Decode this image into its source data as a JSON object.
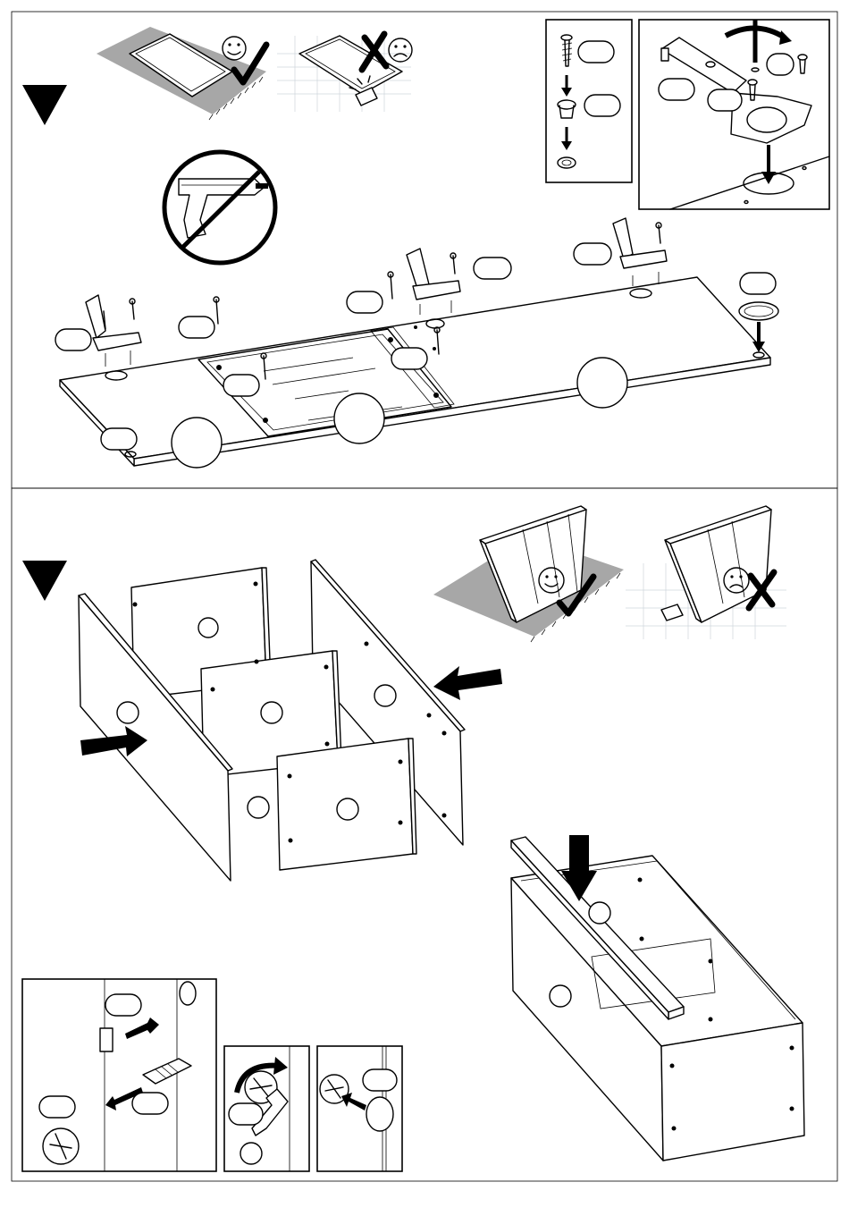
{
  "page": {
    "title": "",
    "background": "#ffffff",
    "line_color": "#000000",
    "mat_color": "#a7a7a7",
    "grid_color": "#cfd6dc"
  },
  "steps": [
    {
      "name": "step-top-panel-hinges",
      "marker_icon": "black-triangle-icon",
      "hints": [
        {
          "icon": "smiley-face-icon",
          "mark": "check-mark-icon",
          "meaning": "good"
        },
        {
          "icon": "sad-face-icon",
          "mark": "cross-mark-icon",
          "meaning": "bad"
        }
      ],
      "warnings": [
        {
          "icon": "no-power-drill-icon"
        }
      ],
      "detail_insets": [
        {
          "icon": "screw-dowel-sequence-icon"
        },
        {
          "icon": "hinge-screwdriver-detail-icon"
        }
      ]
    },
    {
      "name": "step-carcass-assembly",
      "marker_icon": "black-triangle-icon",
      "hints": [
        {
          "icon": "smiley-face-icon",
          "mark": "check-mark-icon",
          "meaning": "good"
        },
        {
          "icon": "sad-face-icon",
          "mark": "cross-mark-icon",
          "meaning": "bad"
        }
      ],
      "detail_insets": [
        {
          "icon": "cam-bolt-insert-icon"
        },
        {
          "icon": "allen-key-turn-icon"
        },
        {
          "icon": "cover-cap-icon"
        }
      ]
    }
  ]
}
